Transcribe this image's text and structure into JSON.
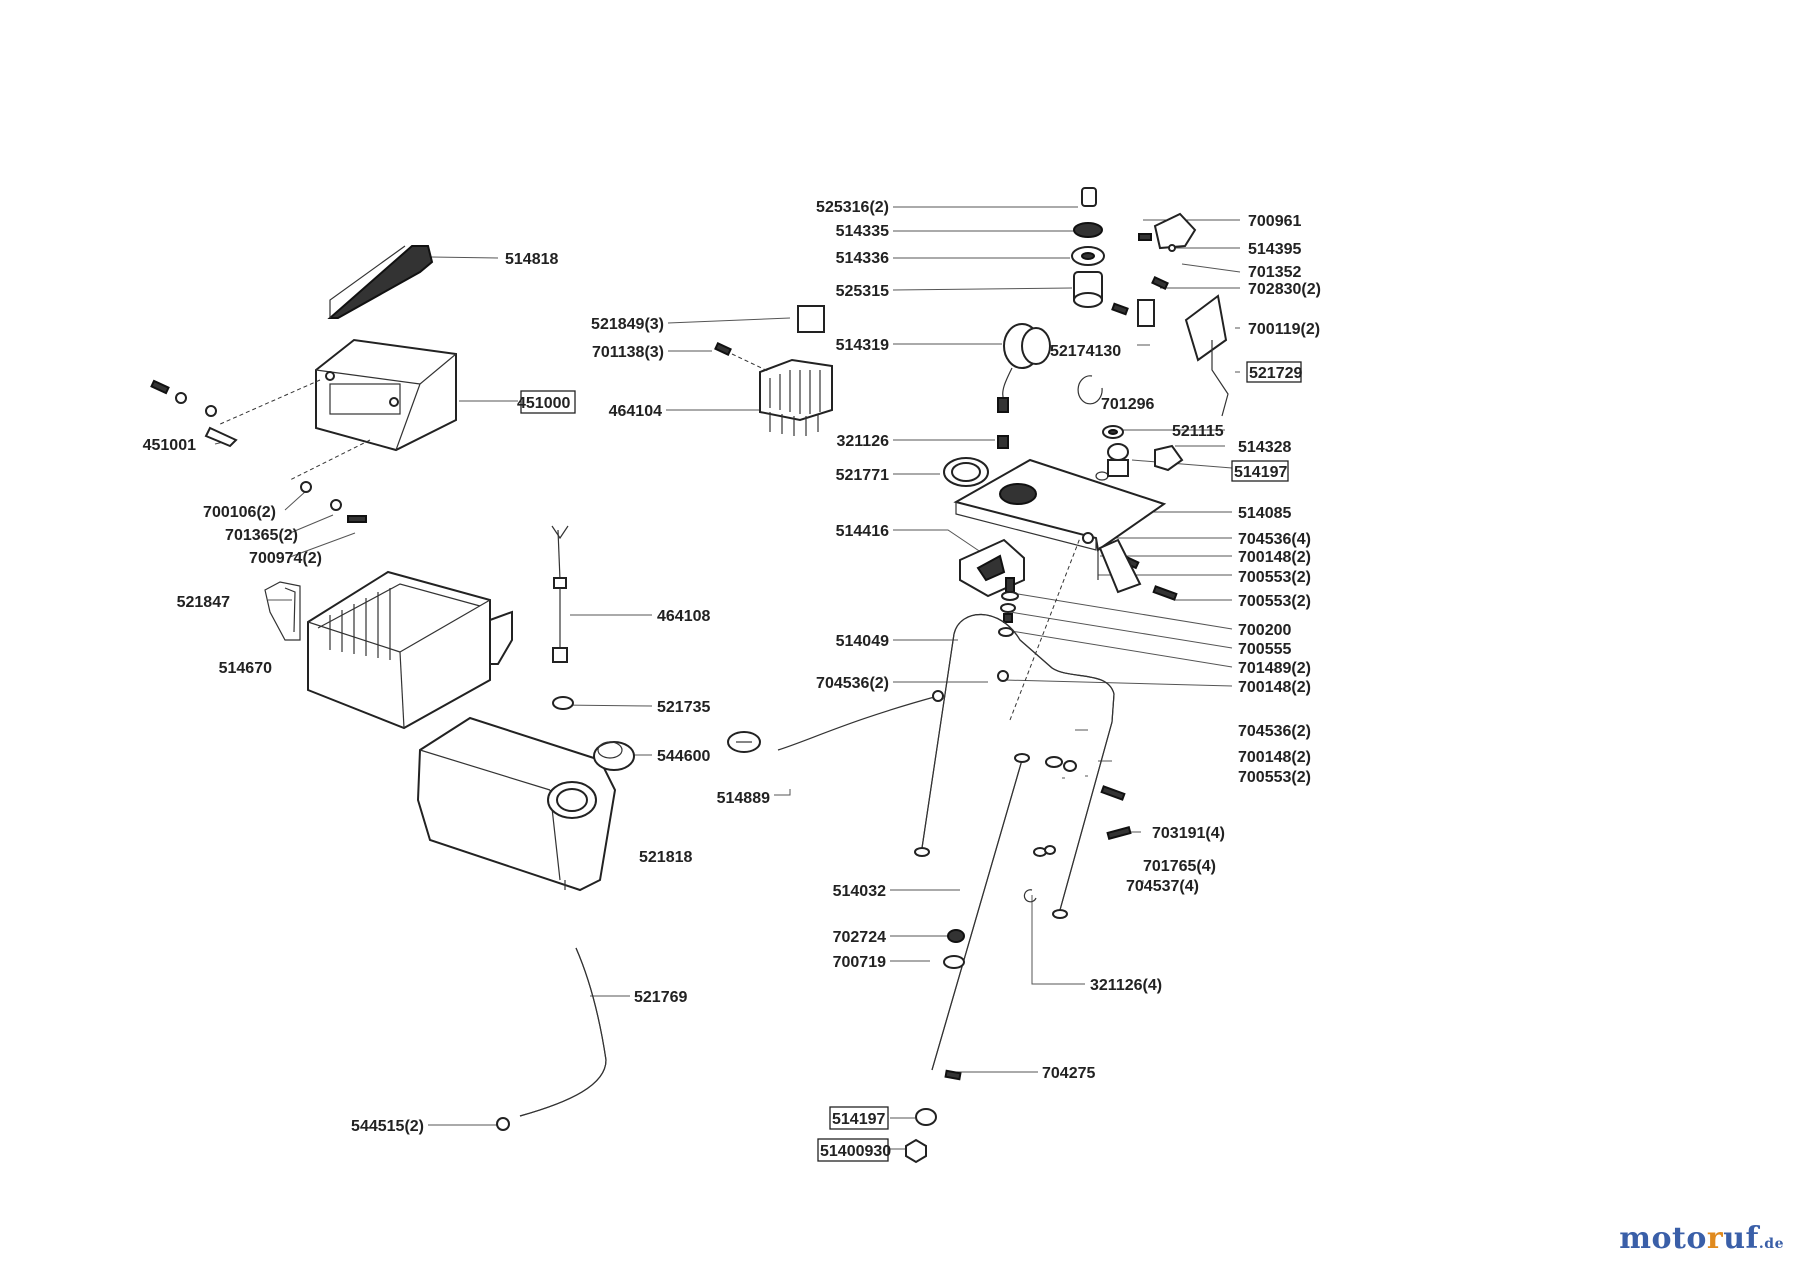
{
  "labels": [
    {
      "id": "p525316",
      "text": "525316(2)"
    },
    {
      "id": "p514335",
      "text": "514335"
    },
    {
      "id": "p514336",
      "text": "514336"
    },
    {
      "id": "p525315",
      "text": "525315"
    },
    {
      "id": "p700961",
      "text": "700961"
    },
    {
      "id": "p514395",
      "text": "514395"
    },
    {
      "id": "p701352",
      "text": "701352"
    },
    {
      "id": "p702830",
      "text": "702830(2)"
    },
    {
      "id": "p700119",
      "text": "700119(2)"
    },
    {
      "id": "p514818",
      "text": "514818"
    },
    {
      "id": "p521849",
      "text": "521849(3)"
    },
    {
      "id": "p701138",
      "text": "701138(3)"
    },
    {
      "id": "p514319",
      "text": "514319"
    },
    {
      "id": "p52174130",
      "text": "52174130"
    },
    {
      "id": "p521729",
      "text": "521729"
    },
    {
      "id": "p451000",
      "text": "451000"
    },
    {
      "id": "p464104",
      "text": "464104"
    },
    {
      "id": "p701296",
      "text": "701296"
    },
    {
      "id": "p451001",
      "text": "451001"
    },
    {
      "id": "p321126",
      "text": "321126"
    },
    {
      "id": "p521115",
      "text": "521115"
    },
    {
      "id": "p514328",
      "text": "514328"
    },
    {
      "id": "p521771",
      "text": "521771"
    },
    {
      "id": "p514197a",
      "text": "514197"
    },
    {
      "id": "p514085",
      "text": "514085"
    },
    {
      "id": "p700106",
      "text": "700106(2)"
    },
    {
      "id": "p701365",
      "text": "701365(2)"
    },
    {
      "id": "p700974",
      "text": "700974(2)"
    },
    {
      "id": "p514416",
      "text": "514416"
    },
    {
      "id": "p704536a",
      "text": "704536(4)"
    },
    {
      "id": "p700148a",
      "text": "700148(2)"
    },
    {
      "id": "p700553a",
      "text": "700553(2)"
    },
    {
      "id": "p700553b",
      "text": "700553(2)"
    },
    {
      "id": "p521847",
      "text": "521847"
    },
    {
      "id": "p464108",
      "text": "464108"
    },
    {
      "id": "p700200",
      "text": "700200"
    },
    {
      "id": "p514049",
      "text": "514049"
    },
    {
      "id": "p700555",
      "text": "700555"
    },
    {
      "id": "p701489",
      "text": "701489(2)"
    },
    {
      "id": "p514670",
      "text": "514670"
    },
    {
      "id": "p704536b",
      "text": "704536(2)"
    },
    {
      "id": "p700148b",
      "text": "700148(2)"
    },
    {
      "id": "p521735",
      "text": "521735"
    },
    {
      "id": "p704536c",
      "text": "704536(2)"
    },
    {
      "id": "p544600",
      "text": "544600"
    },
    {
      "id": "p700148c",
      "text": "700148(2)"
    },
    {
      "id": "p700553c",
      "text": "700553(2)"
    },
    {
      "id": "p514889",
      "text": "514889"
    },
    {
      "id": "p703191",
      "text": "703191(4)"
    },
    {
      "id": "p521818",
      "text": "521818"
    },
    {
      "id": "p701765",
      "text": "701765(4)"
    },
    {
      "id": "p704537",
      "text": "704537(4)"
    },
    {
      "id": "p514032",
      "text": "514032"
    },
    {
      "id": "p702724",
      "text": "702724"
    },
    {
      "id": "p700719",
      "text": "700719"
    },
    {
      "id": "p321126b",
      "text": "321126(4)"
    },
    {
      "id": "p521769",
      "text": "521769"
    },
    {
      "id": "p704275",
      "text": "704275"
    },
    {
      "id": "p514197b",
      "text": "514197"
    },
    {
      "id": "p544515",
      "text": "544515(2)"
    },
    {
      "id": "p51400930",
      "text": "51400930"
    }
  ],
  "logo": {
    "part1": "moto",
    "part2": "r",
    "part3": "uf",
    "suffix": ".de"
  }
}
